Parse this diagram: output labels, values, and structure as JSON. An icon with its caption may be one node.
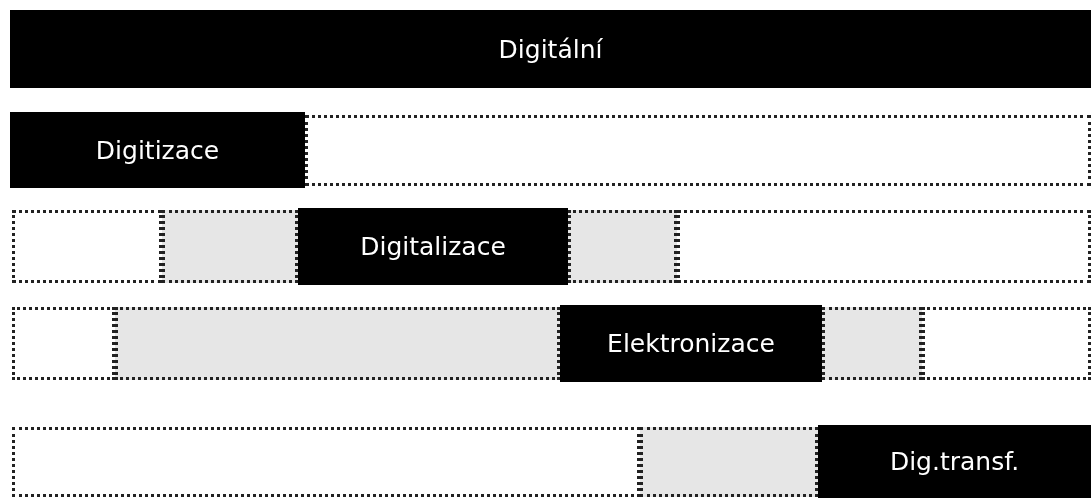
{
  "diagram": {
    "nodes": [
      {
        "text": [
          "Digitální"
        ]
      },
      {
        "text": [
          "Digitizace"
        ]
      },
      {
        "text": [],
        "shape": "box"
      },
      {
        "text": [],
        "shape": "box"
      },
      {
        "text": [],
        "shape": "box"
      },
      {
        "text": [
          "Digitalizace"
        ]
      },
      {
        "text": [],
        "shape": "box"
      },
      {
        "text": [],
        "shape": "box"
      },
      {
        "text": [],
        "shape": "box"
      },
      {
        "text": [],
        "shape": "box"
      },
      {
        "text": [
          "Elektronizace"
        ]
      },
      {
        "text": [],
        "shape": "box"
      },
      {
        "text": [],
        "shape": "box"
      },
      {
        "text": [],
        "shape": "box"
      },
      {
        "text": [],
        "shape": "box"
      },
      {
        "text": [
          "Dig.transf."
        ]
      }
    ]
  }
}
